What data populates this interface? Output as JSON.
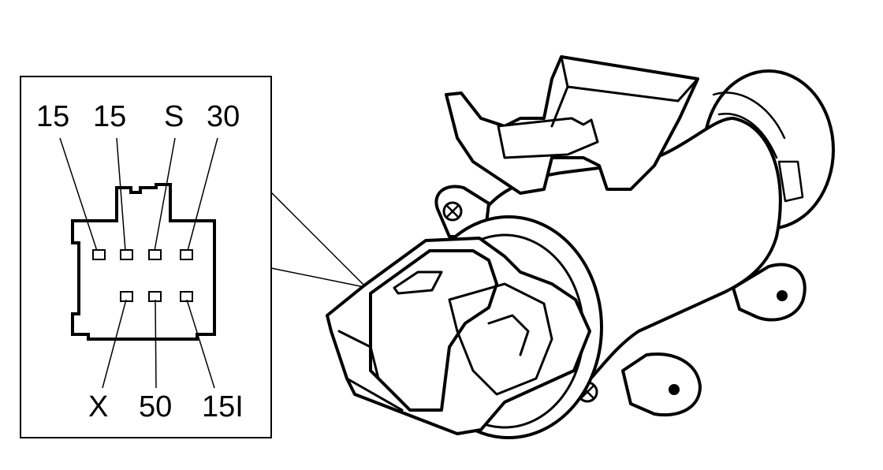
{
  "connector_pinout": {
    "top_row_labels": [
      "15",
      "15",
      "S",
      "30"
    ],
    "bottom_row_labels": [
      "X",
      "50",
      "15I"
    ]
  },
  "colors": {
    "ink": "#000000",
    "paper": "#ffffff"
  }
}
